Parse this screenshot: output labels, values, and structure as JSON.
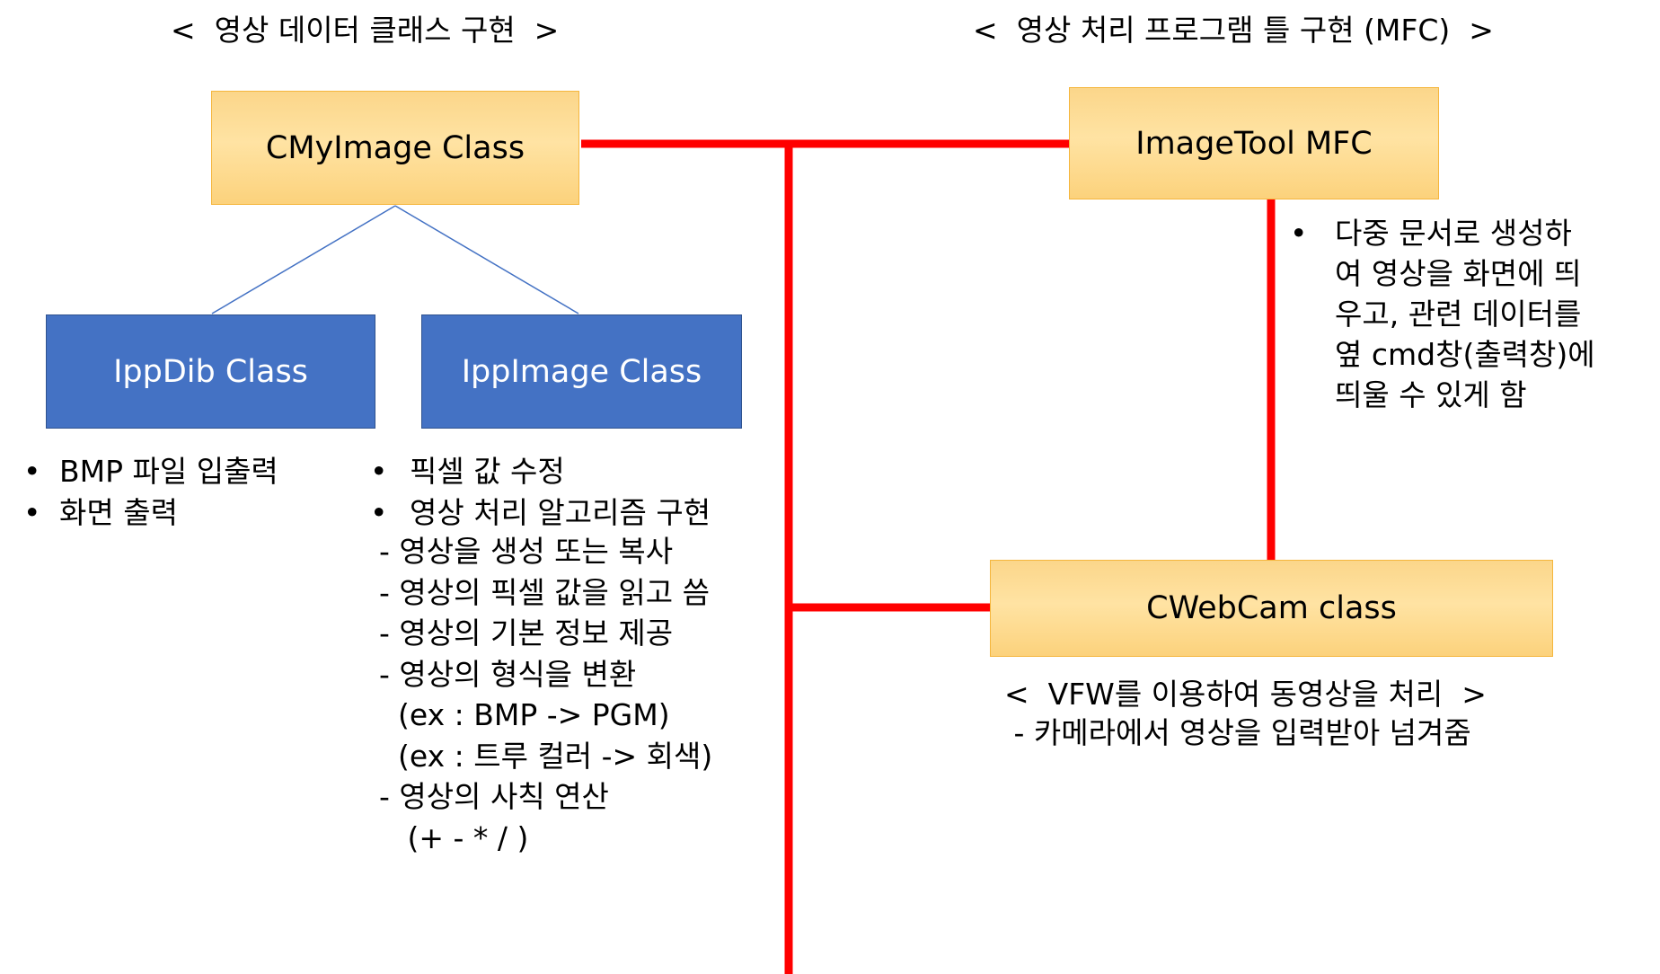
{
  "headings": {
    "left": "<  영상 데이터 클래스 구현  >",
    "right": "<  영상 처리 프로그램 틀 구현 (MFC)  >"
  },
  "boxes": {
    "cmyimage": "CMyImage Class",
    "ippdib": "IppDib Class",
    "ippimage": "IppImage Class",
    "imagetool": "ImageTool MFC",
    "cwebcam": "CWebCam class"
  },
  "ippdib_notes": [
    "BMP 파일 입출력",
    "화면 출력"
  ],
  "ippimage_bullets": [
    "픽셀 값 수정",
    "영상 처리 알고리즘 구현"
  ],
  "ippimage_details": [
    "- 영상을 생성 또는 복사",
    "- 영상의 픽셀 값을 읽고 씀",
    "- 영상의 기본 정보 제공",
    "- 영상의 형식을 변환",
    "  (ex : BMP -> PGM)",
    "  (ex : 트루 컬러 -> 회색)",
    "- 영상의 사칙 연산",
    "   (+ - * / )"
  ],
  "imagetool_note": {
    "lines": [
      "다중 문서로 생성하",
      "여 영상을 화면에 띄",
      "우고, 관련 데이터를",
      "옆 cmd창(출력창)에",
      "띄울 수 있게 함"
    ]
  },
  "cwebcam_notes": {
    "title": "<  VFW를 이용하여 동영상을 처리  >",
    "detail": " - 카메라에서 영상을 입력받아 넘겨줌"
  },
  "bullet_symbol": "•",
  "colors": {
    "orange_fill": "#ffe3a3",
    "orange_border": "#f5b63d",
    "blue_fill": "#4472c4",
    "blue_border": "#2f528f",
    "red_line": "#ff0000",
    "thin_line": "#4472c4"
  }
}
